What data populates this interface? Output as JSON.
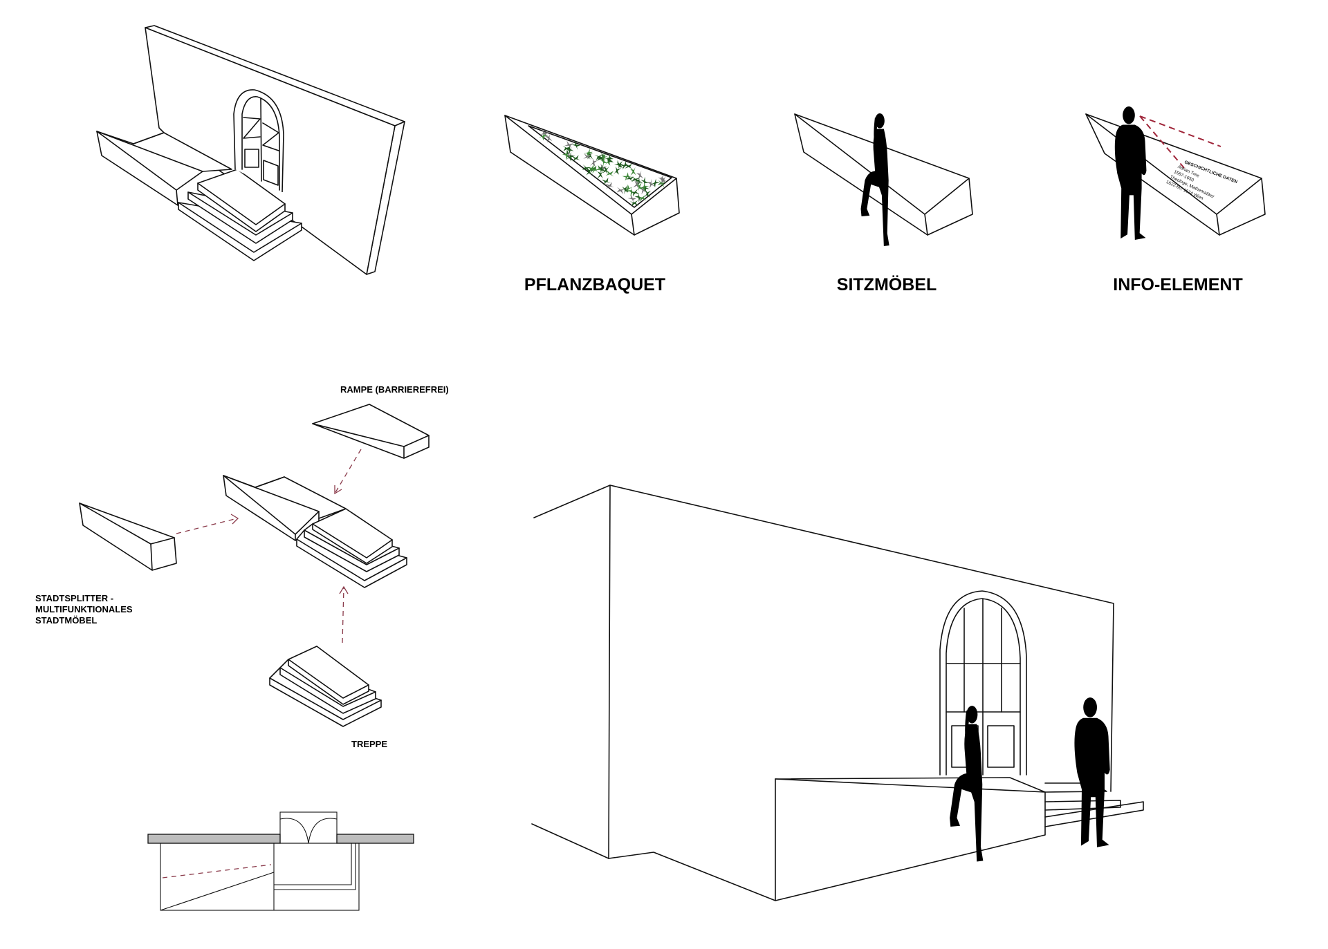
{
  "labels": {
    "pflanzbaquet": "PFLANZBAQUET",
    "sitzmoebel": "SITZMÖBEL",
    "info_element": "INFO-ELEMENT",
    "rampe": "RAMPE (BARRIEREFREI)",
    "stadtsplitter": [
      "STADTSPLITTER -",
      "MULTIFUNKTIONALES",
      "STADTMÖBEL"
    ],
    "treppe": "TREPPE"
  },
  "info_panel": {
    "title": "GESCHICHTLICHE DATEN",
    "lines": [
      "Adrian Tree",
      "1587-1650",
      "Theologe, Mathematiker",
      "1622-50, 1624 Wien"
    ]
  },
  "colors": {
    "line": "#111111",
    "arrow_dashed": "#8a3a4a",
    "sightline": "#a0263a",
    "plant_dark": "#1f5a1f",
    "plant_light": "#3f8a3a",
    "plant_grey": "#777777",
    "section_fill": "#bdbdbd"
  }
}
